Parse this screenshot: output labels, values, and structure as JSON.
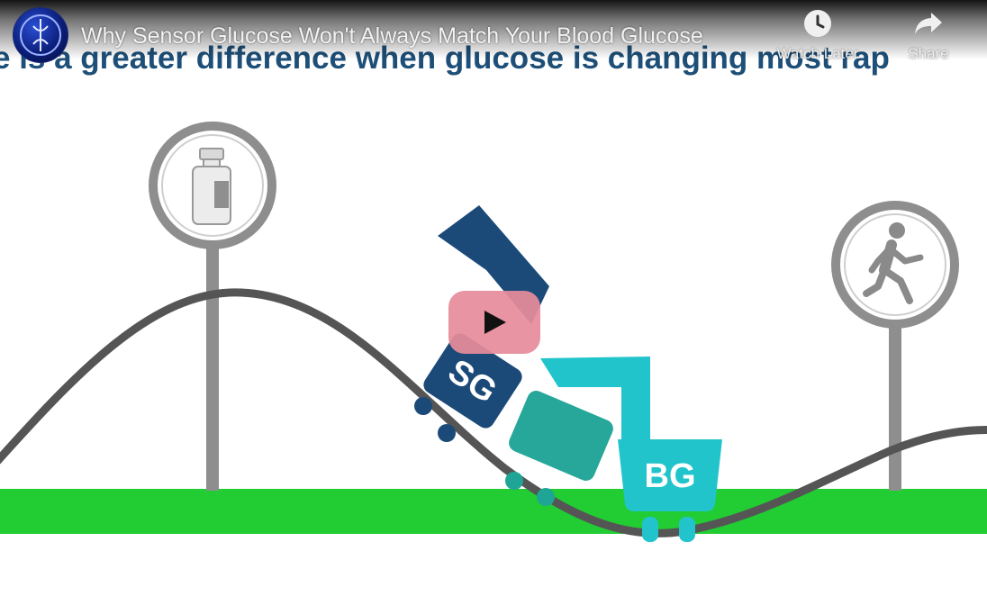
{
  "video": {
    "title": "Why Sensor Glucose Won't Always Match Your Blood Glucose",
    "caption": "e is a greater difference when glucose is changing most rap"
  },
  "controls": {
    "watch_later_label": "Watch Later",
    "share_label": "Share"
  },
  "scene": {
    "sg_label": "SG",
    "bg_label": "BG",
    "left_sign_icon": "medicine-vial-icon",
    "right_sign_icon": "running-person-icon"
  },
  "colors": {
    "ground_green": "#22cc33",
    "track_gray": "#555555",
    "sg_navy": "#1b4a78",
    "bg_teal": "#22c4cc",
    "caption_blue": "#1d4f78",
    "play_button": "#e68c9b"
  }
}
